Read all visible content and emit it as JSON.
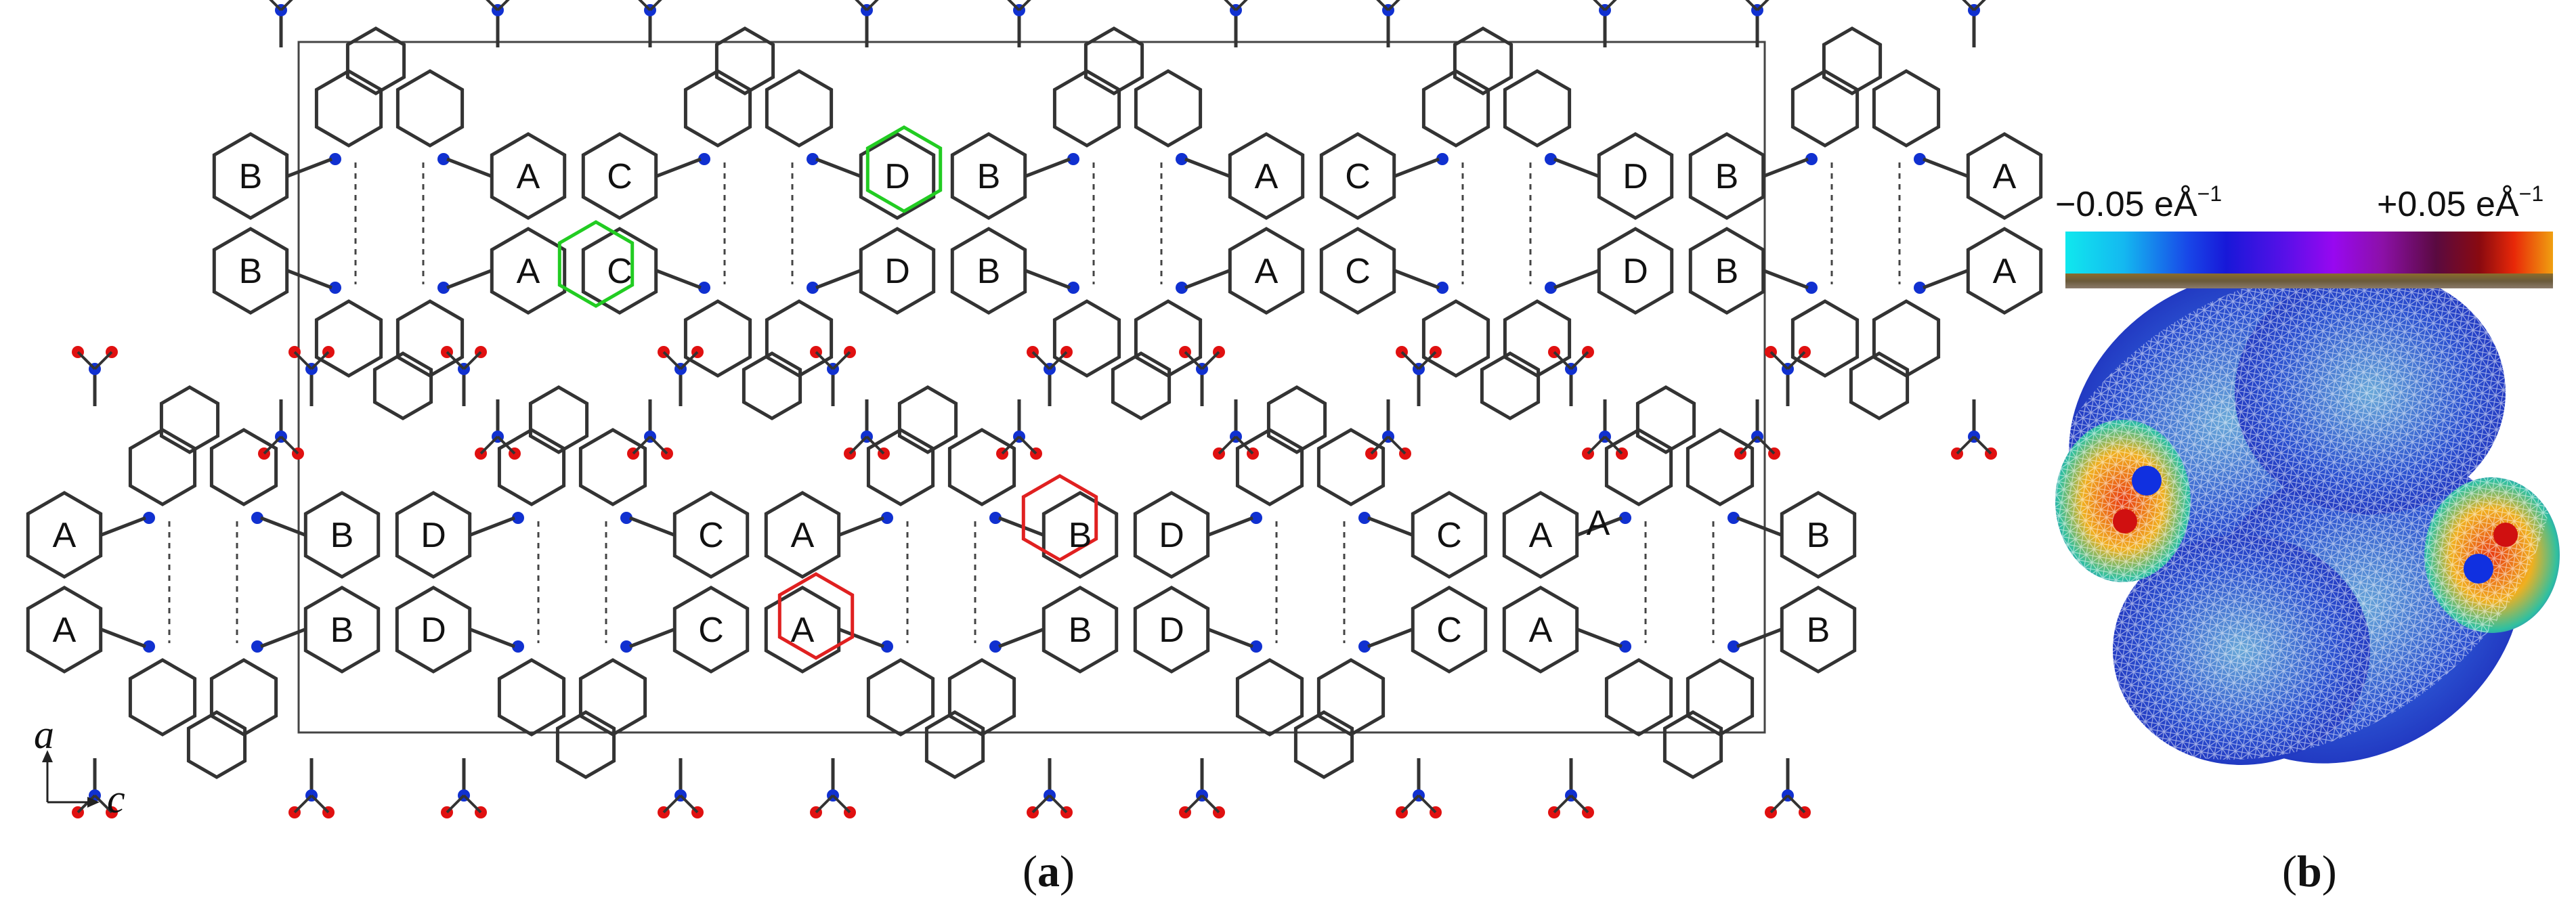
{
  "panel_a": {
    "caption_letter": "a",
    "axis_labels": {
      "vertical": "a",
      "horizontal": "c"
    },
    "ring_labels_row1": [
      "B",
      "B",
      "A",
      "A",
      "C",
      "C",
      "D",
      "D",
      "B",
      "B",
      "A",
      "A",
      "C",
      "C",
      "D",
      "D",
      "B",
      "B",
      "A",
      "A"
    ],
    "ring_labels_row2": [
      "A",
      "A",
      "B",
      "B",
      "D",
      "D",
      "C",
      "C",
      "A",
      "A",
      "B",
      "B",
      "D",
      "D",
      "C",
      "C",
      "A",
      "A",
      "B",
      "B"
    ],
    "extra_label": "A",
    "highlight_colors": {
      "green": "#22cc22",
      "red": "#e02020"
    },
    "atom_colors": {
      "oxygen": "#e01010",
      "nitrogen": "#1030d0",
      "bond": "#333333"
    }
  },
  "panel_b": {
    "caption_letter": "b",
    "scale_min_value": "−0.05 eÅ",
    "scale_max_value": "+0.05 eÅ",
    "scale_exponent": "−1",
    "colorbar_colors": [
      "#10e8ee",
      "#1848e8",
      "#9808f0",
      "#5a0a40",
      "#e82808",
      "#f0a010"
    ]
  }
}
